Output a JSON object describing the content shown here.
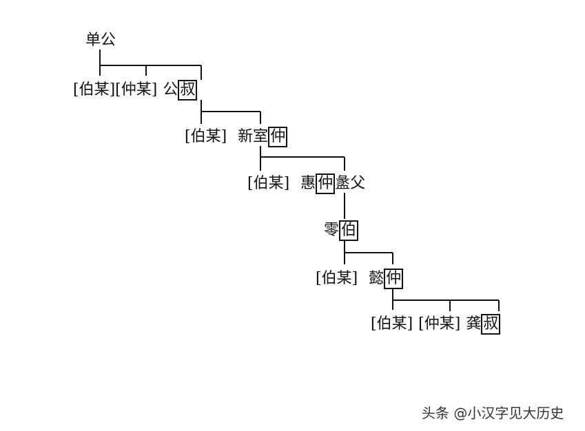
{
  "root": "单公",
  "gen1": {
    "a": "[伯某]",
    "b": "[仲某]",
    "c_prefix": "公",
    "c_box": "叔"
  },
  "gen2": {
    "a": "[伯某]",
    "b_prefix": "新室",
    "b_box": "仲"
  },
  "gen3": {
    "a": "[伯某]",
    "b_prefix": "惠",
    "b_box": "仲",
    "b_suffix": "盠父"
  },
  "gen4": {
    "prefix": "零",
    "box": "伯"
  },
  "gen5": {
    "a": "[伯某]",
    "b_prefix": "懿",
    "b_box": "仲"
  },
  "gen6": {
    "a": "[伯某]",
    "b": "[仲某]",
    "c_prefix": "龚",
    "c_box": "叔"
  },
  "watermark": "头条 @小汉字见大历史"
}
